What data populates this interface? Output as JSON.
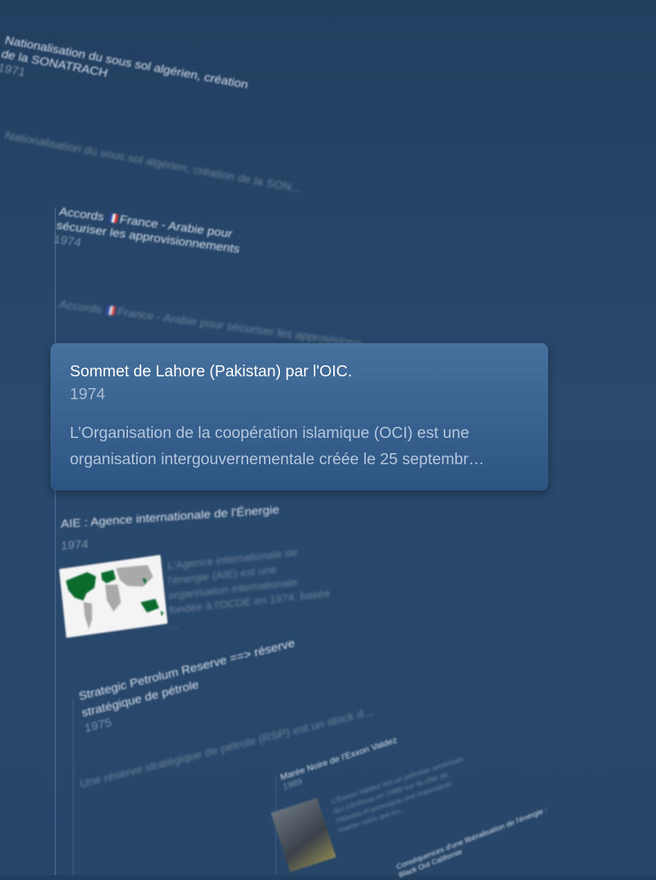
{
  "timeline": [
    {
      "title": "Nationalisation du sous sol algérien, création de la SONATRACH",
      "year": "1971",
      "description": "Nationalisation du sous sol algérien, création de la SON..."
    },
    {
      "title_prefix": "Accords",
      "title_suffix": "France - Arabie pour sécuriser les approvisionnements",
      "flag": "france-flag-icon",
      "year": "1974",
      "description_prefix": "Accords",
      "description_suffix": "France - Arabie pour sécuriser les approvisionn..."
    },
    {
      "title": "Sommet de Lahore (Pakistan) par l'OIC.",
      "year": "1974",
      "description": "L’Organisation de la coopération islamique (OCI) est une organisation intergouvernementale créée le 25 septembr…",
      "selected": true
    },
    {
      "title": "AIE : Agence internationale de l'Énergie",
      "year": "1974",
      "description": "L'Agence internationale de l'énergie (AIE) est une organisation internationale fondée à l'OCDE en 1974, basée ...",
      "image": "world-map-thumbnail"
    },
    {
      "title": "Strategic Petrolum Reserve ==> réserve stratégique de pétrole",
      "year": "1975",
      "description": "Une réserve stratégique de pétrole (RSP) est un stock d..."
    },
    {
      "title": "Marée Noire de l'Exxon Valdez",
      "year": "1989",
      "description": "L'Exxon Valdez est un pétrolier américain qui s'échoua en 1989 sur la côte de l'Alaska et provoqua une importante marée noire qui eu...",
      "image": "oil-spill-photo"
    },
    {
      "title": "Conséquences d'une libéralisation de l'énergie : Black Out Californie"
    }
  ],
  "colors": {
    "background": "#274669",
    "card": "#3b6593",
    "title": "#d9e2ee",
    "muted": "#7f93ab"
  }
}
